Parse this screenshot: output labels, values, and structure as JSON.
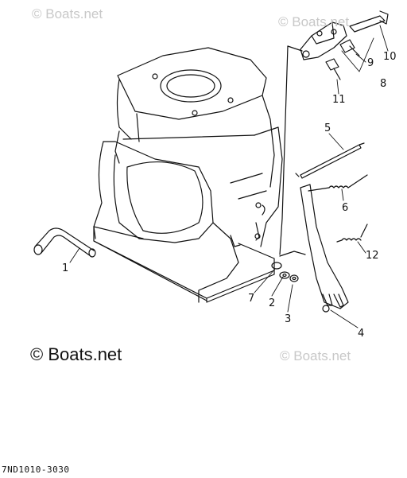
{
  "watermarks": {
    "top_left": "© Boats.net",
    "top_right": "© Boats.net",
    "bottom_left": "© Boats.net",
    "bottom_right": "© Boats.net"
  },
  "callouts": [
    "1",
    "2",
    "3",
    "4",
    "5",
    "6",
    "7",
    "8",
    "9",
    "10",
    "11",
    "12"
  ],
  "diagram_code": "7ND1010-3030"
}
